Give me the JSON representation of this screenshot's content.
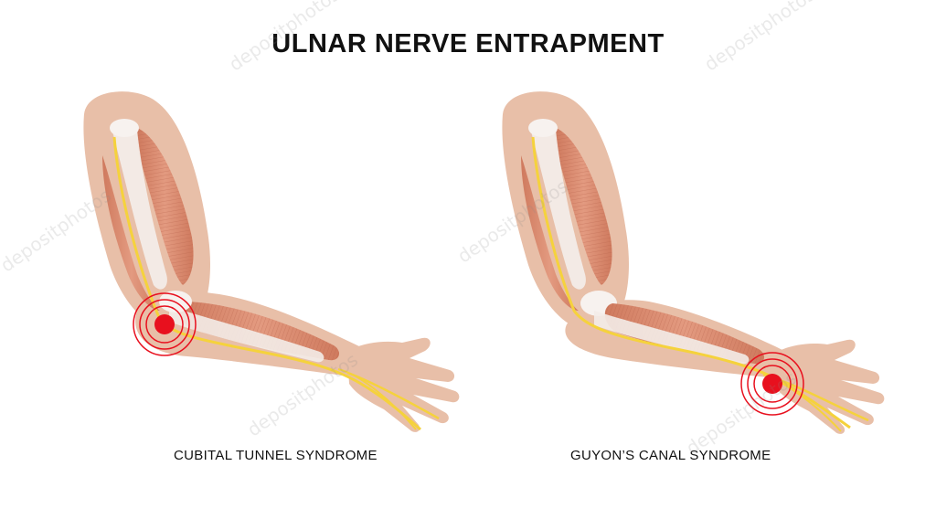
{
  "title": "ULNAR NERVE ENTRAPMENT",
  "panels": [
    {
      "caption": "CUBITAL TUNNEL SYNDROME",
      "pain_site": "elbow"
    },
    {
      "caption": "GUYON’S CANAL SYNDROME",
      "pain_site": "wrist"
    }
  ],
  "watermark": "depositphotos",
  "colors": {
    "skin": "#e8bfa8",
    "muscle": "#d98c72",
    "bone": "#f3ece8",
    "nerve": "#f5d23c",
    "pain": "#e8101e"
  }
}
